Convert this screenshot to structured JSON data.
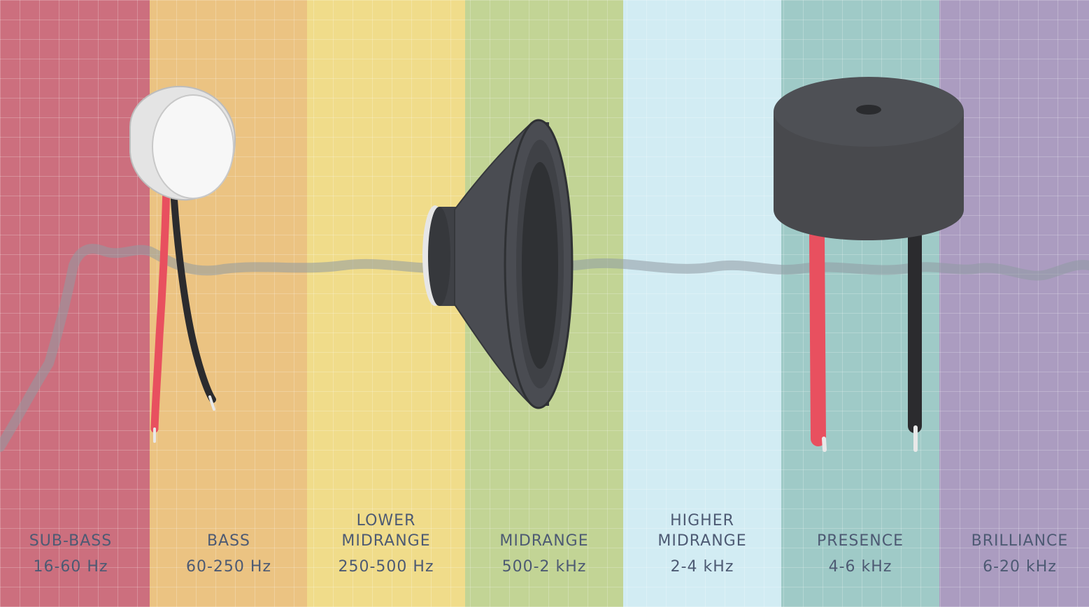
{
  "bands": [
    {
      "name_lines": [
        "SUB-BASS"
      ],
      "range": "16-60 Hz",
      "color": "#cc6f7e"
    },
    {
      "name_lines": [
        "BASS"
      ],
      "range": "60-250 Hz",
      "color": "#ebc382"
    },
    {
      "name_lines": [
        "LOWER",
        "MIDRANGE"
      ],
      "range": "250-500 Hz",
      "color": "#f0dc8a"
    },
    {
      "name_lines": [
        "MIDRANGE"
      ],
      "range": "500-2 kHz",
      "color": "#c2d495"
    },
    {
      "name_lines": [
        "HIGHER",
        "MIDRANGE"
      ],
      "range": "2-4 kHz",
      "color": "#d2ecf3"
    },
    {
      "name_lines": [
        "PRESENCE"
      ],
      "range": "4-6 kHz",
      "color": "#9fcac7"
    },
    {
      "name_lines": [
        "BRILLIANCE"
      ],
      "range": "6-20 kHz",
      "color": "#ab9cc0"
    }
  ],
  "colors": {
    "label_text": "#4d5a73",
    "wire_red": "#e8505f",
    "wire_black": "#2b2b2e",
    "device_dark": "#4a4c52",
    "mic_capsule": "#f2f2f2",
    "response_curve": "#8f9aa3"
  },
  "devices": [
    {
      "icon": "microphone-capsule-icon",
      "band": "BASS"
    },
    {
      "icon": "speaker-cone-icon",
      "band": "MIDRANGE"
    },
    {
      "icon": "piezo-buzzer-icon",
      "band": "PRESENCE"
    }
  ]
}
